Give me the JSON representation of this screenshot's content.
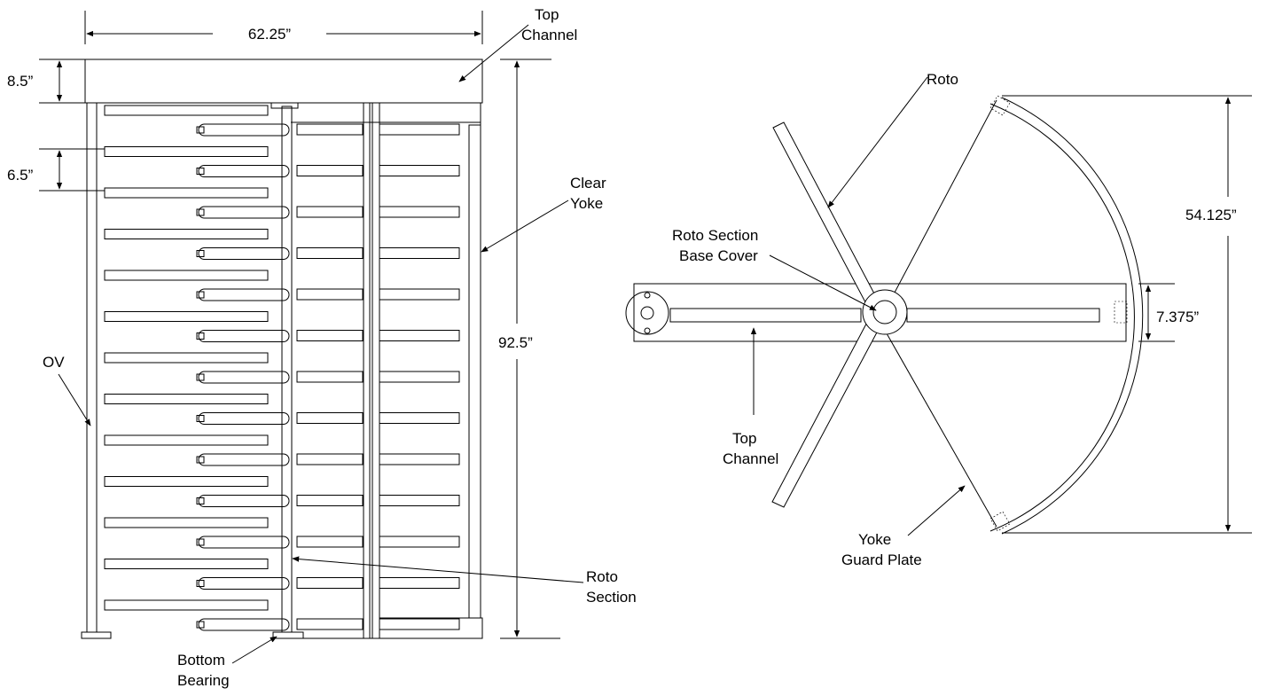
{
  "front_view": {
    "width_dim": "62.25”",
    "top_channel_height_dim": "8.5”",
    "arm_spacing_dim": "6.5”",
    "overall_height_dim": "92.5”",
    "top_channel_label": [
      "Top",
      "Channel"
    ],
    "clear_yoke_label": [
      "Clear",
      "Yoke"
    ],
    "ov_label": "OV",
    "roto_section_label": [
      "Roto",
      "Section"
    ],
    "bottom_bearing_label": [
      "Bottom",
      "Bearing"
    ]
  },
  "plan_view": {
    "roto_label": "Roto",
    "roto_section_base_cover_label": [
      "Roto Section",
      "Base Cover"
    ],
    "top_channel_label": [
      "Top",
      "Channel"
    ],
    "yoke_guard_plate_label": [
      "Yoke",
      "Guard Plate"
    ],
    "depth_dim": "54.125”",
    "channel_width_dim": "7.375”"
  }
}
